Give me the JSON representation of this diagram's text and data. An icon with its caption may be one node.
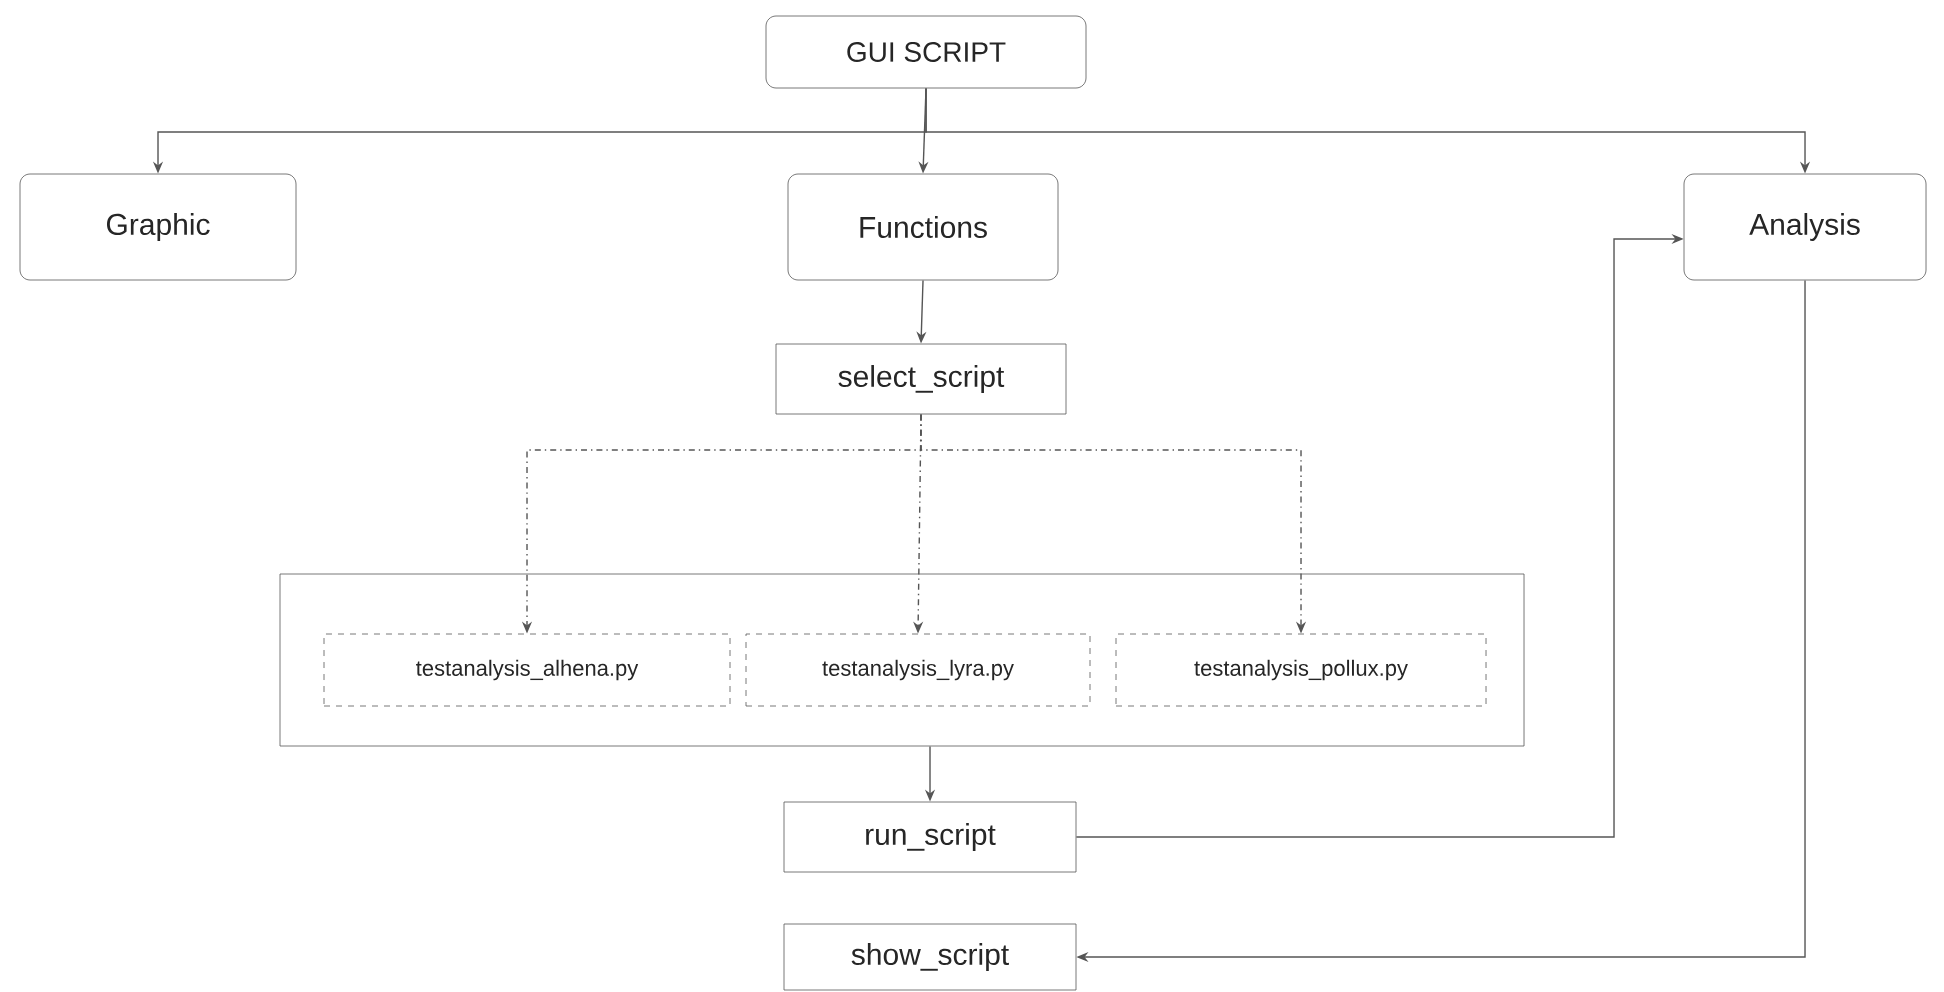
{
  "diagram": {
    "nodes": [
      {
        "text": [
          "GUI SCRIPT"
        ]
      },
      {
        "text": [
          "Graphic"
        ]
      },
      {
        "text": [
          "Functions"
        ]
      },
      {
        "text": [
          "Analysis"
        ]
      },
      {
        "text": [
          "select_script"
        ]
      },
      {
        "text": [],
        "shape": "box"
      },
      {
        "text": [
          "testanalysis_alhena.py"
        ],
        "in": 5
      },
      {
        "text": [
          "testanalysis_lyra.py"
        ],
        "in": 5
      },
      {
        "text": [
          "testanalysis_pollux.py"
        ],
        "in": 5
      },
      {
        "text": [
          "run_script"
        ]
      },
      {
        "text": [
          "show_script"
        ]
      }
    ],
    "edges": [
      {
        "from": 0,
        "to": 1,
        "arrow": "to"
      },
      {
        "from": 0,
        "to": 2,
        "arrow": "to"
      },
      {
        "from": 0,
        "to": 3,
        "arrow": "to"
      },
      {
        "from": 2,
        "to": 4,
        "arrow": "to"
      },
      {
        "from": 4,
        "to": 6,
        "arrow": "to",
        "style": "dashed"
      },
      {
        "from": 4,
        "to": 7,
        "arrow": "to",
        "style": "dashed"
      },
      {
        "from": 4,
        "to": 8,
        "arrow": "to",
        "style": "dashed"
      },
      {
        "from": 5,
        "to": 9,
        "arrow": "to"
      },
      {
        "from": 9,
        "to": 3,
        "arrow": "to"
      },
      {
        "from": 3,
        "to": 10,
        "arrow": "to"
      }
    ]
  }
}
